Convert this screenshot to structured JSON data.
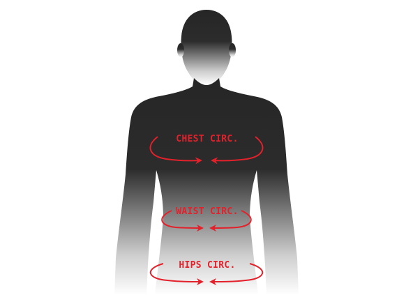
{
  "diagram": {
    "labels": {
      "chest": "CHEST CIRC.",
      "waist": "WAIST CIRC.",
      "hips": "HIPS CIRC."
    },
    "colors": {
      "silhouette_top": "#262626",
      "silhouette_bottom": "#ffffff",
      "accent": "#e3212b"
    }
  }
}
